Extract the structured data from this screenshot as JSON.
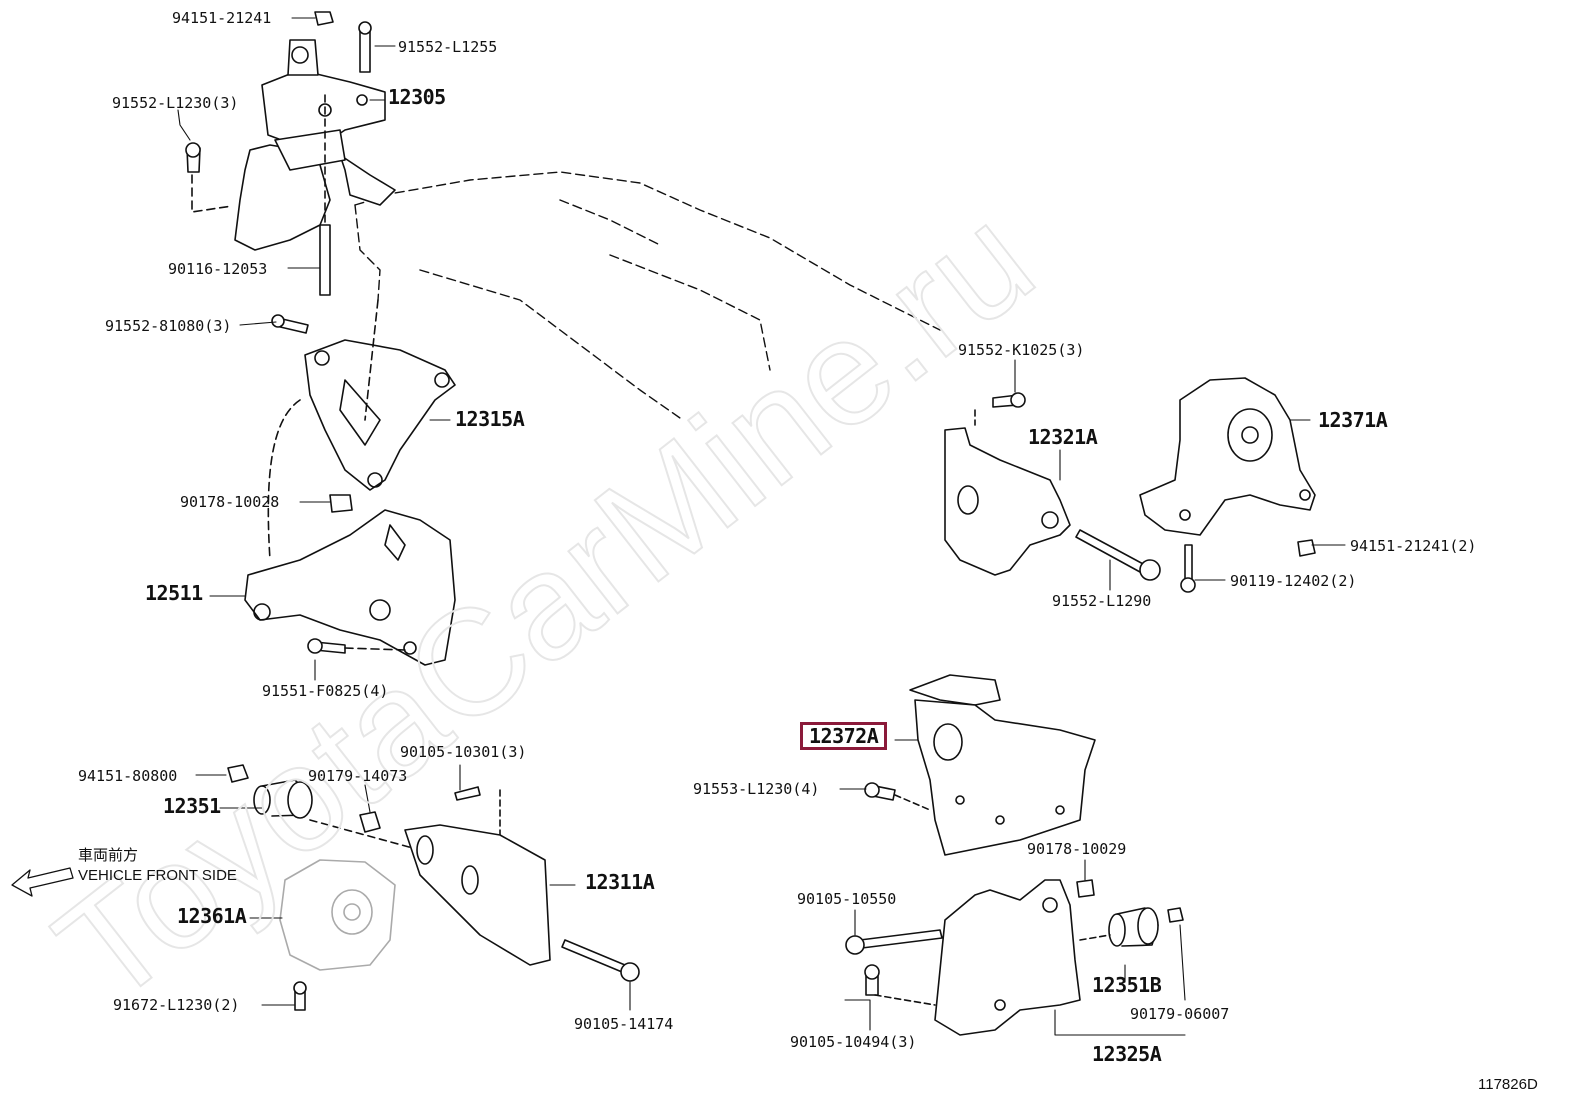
{
  "watermark": "ToyotaCarMine.ru",
  "diagram_code": "117826D",
  "front_side": {
    "jp": "車両前方",
    "en": "VEHICLE FRONT SIDE"
  },
  "highlight_color": "#8b1a3a",
  "labels": {
    "p94151_21241": "94151-21241",
    "p91552_L1255": "91552-L1255",
    "p91552_L1230_3": "91552-L1230(3)",
    "p12305": "12305",
    "p90116_12053": "90116-12053",
    "p91552_81080_3": "91552-81080(3)",
    "p12315A": "12315A",
    "p90178_10028": "90178-10028",
    "p12511": "12511",
    "p91551_F0825_4": "91551-F0825(4)",
    "p91552_K1025_3": "91552-K1025(3)",
    "p12321A": "12321A",
    "p12371A": "12371A",
    "p94151_21241_2": "94151-21241(2)",
    "p90119_12402_2": "90119-12402(2)",
    "p91552_L1290": "91552-L1290",
    "p12372A": "12372A",
    "p91553_L1230_4": "91553-L1230(4)",
    "p90105_10301_3": "90105-10301(3)",
    "p94151_80800": "94151-80800",
    "p90179_14073": "90179-14073",
    "p12351": "12351",
    "p12311A": "12311A",
    "p12361A": "12361A",
    "p91672_L1230_2": "91672-L1230(2)",
    "p90105_14174": "90105-14174",
    "p90178_10029": "90178-10029",
    "p90105_10550": "90105-10550",
    "p12351B": "12351B",
    "p90179_06007": "90179-06007",
    "p90105_10494_3": "90105-10494(3)",
    "p12325A": "12325A"
  }
}
